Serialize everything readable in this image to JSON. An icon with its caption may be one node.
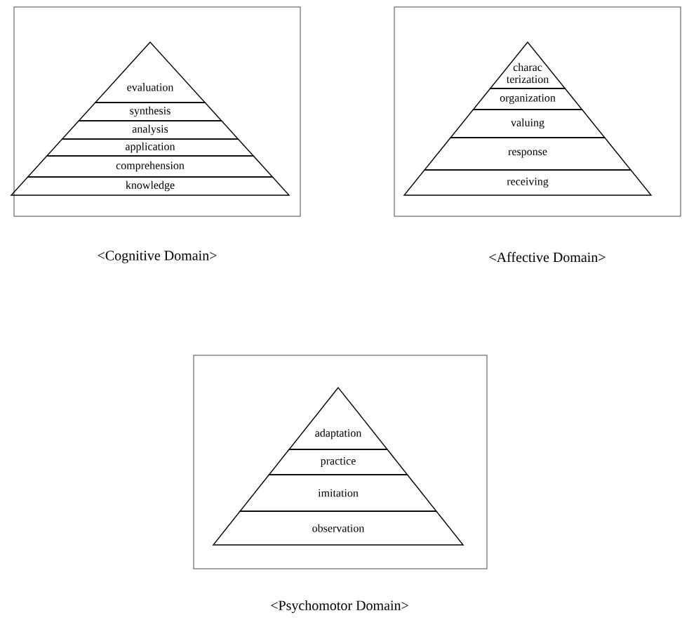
{
  "diagram": {
    "nodes": [
      {
        "text": [],
        "shape": "box",
        "beside": [
          "<Cognitive Domain>"
        ]
      },
      {
        "text": [
          "evaluation"
        ],
        "in": 0
      },
      {
        "text": [
          "synthesis"
        ],
        "in": 0
      },
      {
        "text": [
          "analysis"
        ],
        "in": 0
      },
      {
        "text": [
          "application"
        ],
        "in": 0
      },
      {
        "text": [
          "comprehension"
        ],
        "in": 0
      },
      {
        "text": [
          "knowledge"
        ],
        "in": 0
      },
      {
        "text": [],
        "shape": "box",
        "beside": [
          "<Affective Domain>"
        ]
      },
      {
        "text": [
          "charac terization"
        ],
        "in": 7
      },
      {
        "text": [
          "organization"
        ],
        "in": 7
      },
      {
        "text": [
          "valuing"
        ],
        "in": 7
      },
      {
        "text": [
          "response"
        ],
        "in": 7
      },
      {
        "text": [
          "receiving"
        ],
        "in": 7
      },
      {
        "text": [],
        "shape": "box",
        "beside": [
          "<Psychomotor Domain>"
        ]
      },
      {
        "text": [
          "adaptation"
        ],
        "in": 13
      },
      {
        "text": [
          "practice"
        ],
        "in": 13
      },
      {
        "text": [
          "imitation"
        ],
        "in": 13
      },
      {
        "text": [
          "observation"
        ],
        "in": 13
      }
    ]
  }
}
